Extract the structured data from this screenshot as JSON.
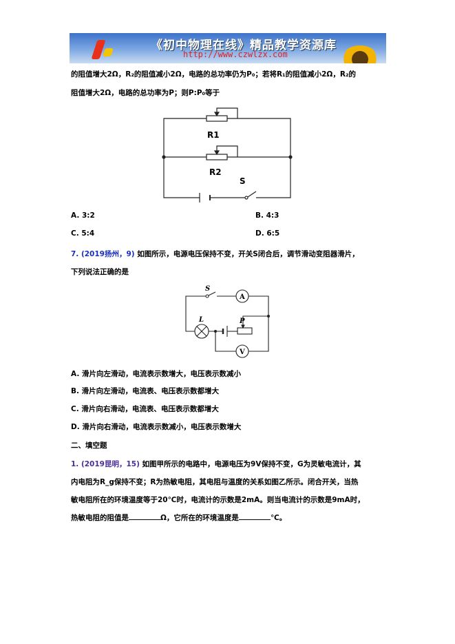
{
  "banner": {
    "title": "《初中物理在线》精品教学资源库",
    "url": "http://www.czwlzx.com"
  },
  "q6": {
    "line1": "的阻值增大2Ω，R₂的阻值减小2Ω，电路的总功率仍为P₀；若将R₁的阻值减小2Ω，R₂的",
    "line2": "阻值增大2Ω，电路的总功率为P；则P:P₀等于",
    "diagram_labels": {
      "r1": "R1",
      "r2": "R2",
      "s": "S"
    },
    "options": [
      "A. 3:2",
      "B. 4:3",
      "C. 5:4",
      "D. 6:5"
    ]
  },
  "q7": {
    "source": "7. (2019扬州，9)",
    "line1": "如图所示，电源电压保持不变，开关S闭合后，调节滑动变阻器滑片，",
    "line2": "下列说法正确的是",
    "diagram_labels": {
      "s": "S",
      "a": "A",
      "l": "L",
      "p": "P",
      "v": "V"
    },
    "options": [
      "A. 滑片向左滑动，电流表示数增大，电压表示数减小",
      "B. 滑片向左滑动，电流表、电压表示数都增大",
      "C. 滑片向右滑动，电流表、电压表示数都增大",
      "D. 滑片向右滑动，电流表示数减小，电压表示数增大"
    ]
  },
  "section2": {
    "heading": "二、填空题"
  },
  "fill1": {
    "source": "1. (2019昆明，15)",
    "line1": "如图甲所示的电路中，电源电压为9V保持不变，G为灵敏电流计，其",
    "line2": "内电阻为R_g保持不变；R为热敏电阻，其电阻与温度的关系如图乙所示。闭合开关，当热",
    "line3": "敏电阻所在的环境温度等于20℃时，电流计的示数是2mA。则当电流计的示数是9mA时，",
    "line4a": "热敏电阻的阻值是",
    "line4b": "Ω，它所在的环境温度是",
    "line4c": "℃。"
  }
}
